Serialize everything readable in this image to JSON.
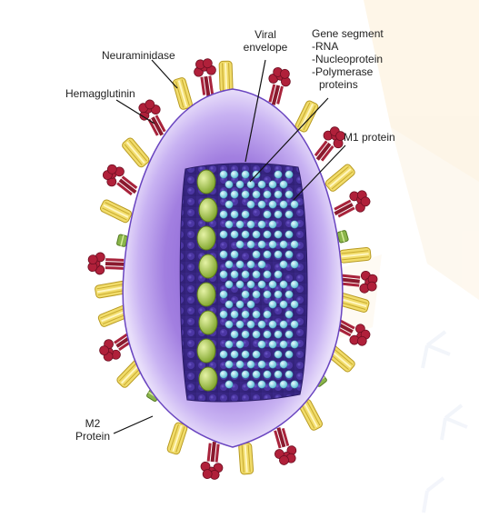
{
  "labels": {
    "neuraminidase": "Neuraminidase",
    "hemagglutinin": "Hemagglutinin",
    "viral_envelope": [
      "Viral",
      "envelope"
    ],
    "gene_segment": [
      "Gene segment",
      "-RNA",
      "-Nucleoprotein",
      "-Polymerase",
      "proteins"
    ],
    "m1_protein": "M1 protein",
    "m2_protein": [
      "M2",
      "Protein"
    ]
  },
  "colors": {
    "envelope_outer": "#e8defa",
    "envelope_mid": "#a27fe0",
    "envelope_inner": "#7f55cf",
    "core_bg": "#3d2a8a",
    "core_dot": "#4a34a0",
    "rna_bead": "#9fe0ec",
    "nucleoprotein": "#a9c94a",
    "hemagglutinin": "#f1dc6b",
    "neuraminidase": "#b0203a",
    "m2_channel": "#8ab54a",
    "watermark": "#fbe9cc"
  },
  "icons": [
    "virus-particle",
    "hemagglutinin-spike",
    "neuraminidase-spike",
    "m2-ion-channel"
  ]
}
